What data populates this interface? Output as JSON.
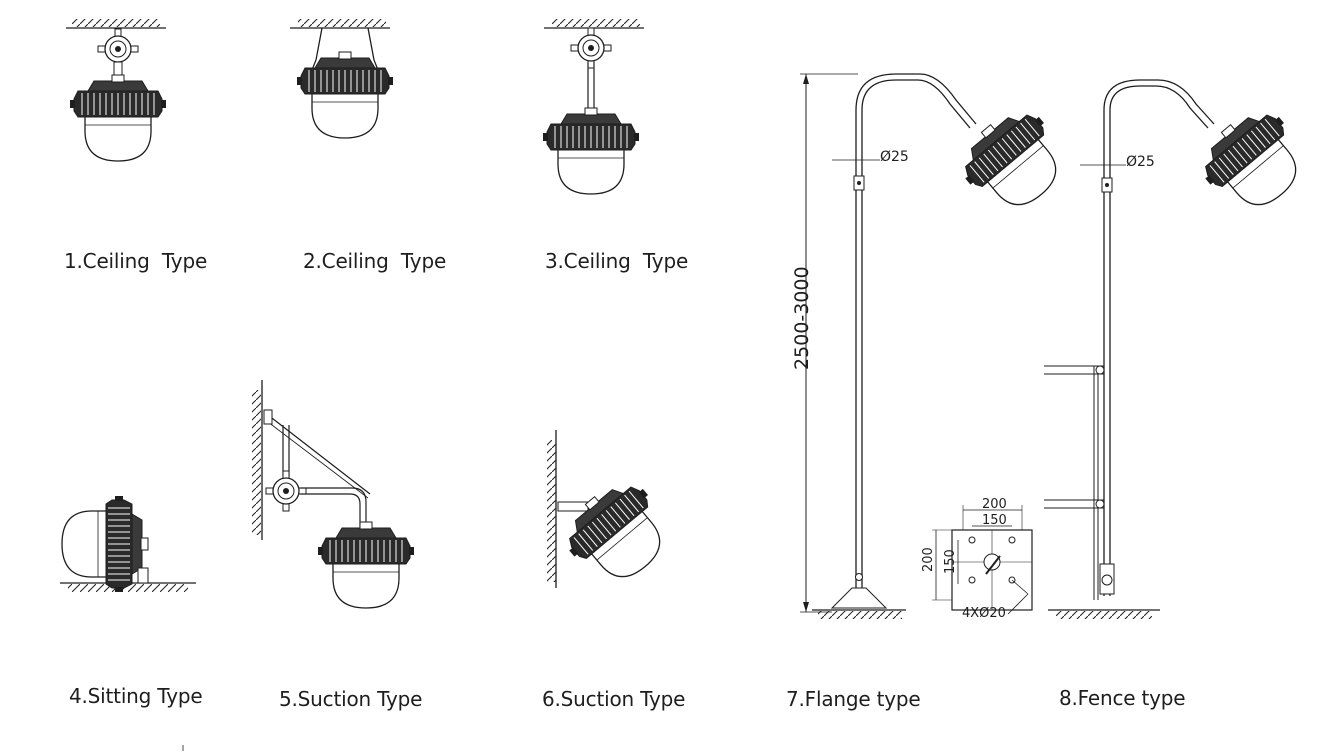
{
  "captions": {
    "c1": "1.Ceiling  Type",
    "c2": "2.Ceiling  Type",
    "c3": "3.Ceiling  Type",
    "c4": "4.Sitting Type",
    "c5": "5.Suction Type",
    "c6": "6.Suction Type",
    "c7": "7.Flange type",
    "c8": "8.Fence type"
  },
  "dimensions": {
    "pole_height": "2500-3000",
    "pipe_diameter_flange": "Ø25",
    "pipe_diameter_fence": "Ø25",
    "plate_outer_width": "200",
    "plate_inner_width": "150",
    "plate_outer_height": "200",
    "plate_inner_height": "150",
    "holes": "4XØ20"
  },
  "colors": {
    "line": "#1e1e1e",
    "background": "#ffffff"
  }
}
